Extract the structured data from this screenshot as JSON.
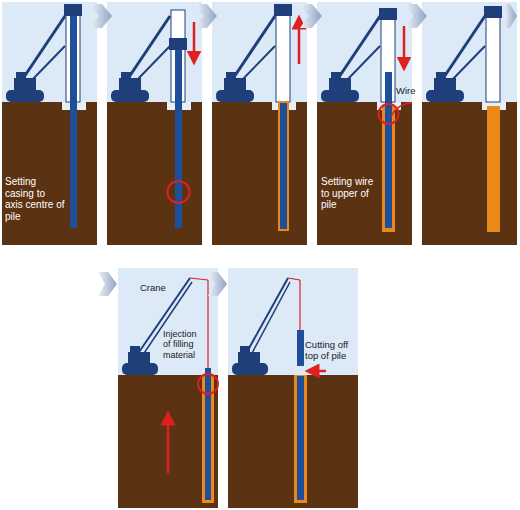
{
  "diagram": {
    "labels": [
      "Setting casing to axis centre of pile",
      "Setting wire to upper of pile",
      "Wire",
      "Crane",
      "Injection of filling material",
      "Cutting off top of pile"
    ]
  }
}
